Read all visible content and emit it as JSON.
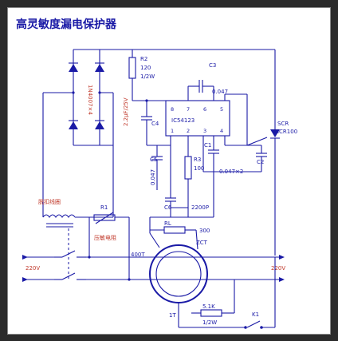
{
  "title": "高灵敏度漏电保护器",
  "components": {
    "r2": {
      "ref": "R2",
      "value": "120",
      "power": "1/2W"
    },
    "c4": {
      "ref": "C4",
      "value": "2.2μF/25V"
    },
    "c3_top": {
      "ref": "C3",
      "value": "0.047"
    },
    "ic": {
      "ref": "IC54123",
      "pins_top": [
        "8",
        "7",
        "6",
        "5"
      ],
      "pins_bottom": [
        "1",
        "2",
        "3",
        "4"
      ]
    },
    "scr": {
      "ref": "SCR",
      "part": "MCR100"
    },
    "diodes": {
      "label": "1N4007×4"
    },
    "c5": {
      "ref": "C5",
      "value": "0.047"
    },
    "r3": {
      "ref": "R3",
      "value": "100"
    },
    "c1": {
      "ref": "C1",
      "value": "0.047×2"
    },
    "c2": {
      "ref": "C2"
    },
    "coil": {
      "label": "脱扣线圈"
    },
    "r1": {
      "ref": "R1",
      "label": "压敏电阻"
    },
    "c6": {
      "ref": "C6",
      "value": "2200P"
    },
    "rl": {
      "ref": "RL",
      "value": "300"
    },
    "zct": {
      "ref": "ZCT"
    },
    "core_label": "400T",
    "turn_label": "1T",
    "r_test": {
      "value": "5.1K",
      "power": "1/2W"
    },
    "k1": {
      "ref": "K1"
    },
    "mains_left": "220V",
    "mains_right": "220V"
  },
  "colors": {
    "wire": "#1a1aa6",
    "accent": "#c0392b",
    "frame": "#2b2b2b"
  }
}
